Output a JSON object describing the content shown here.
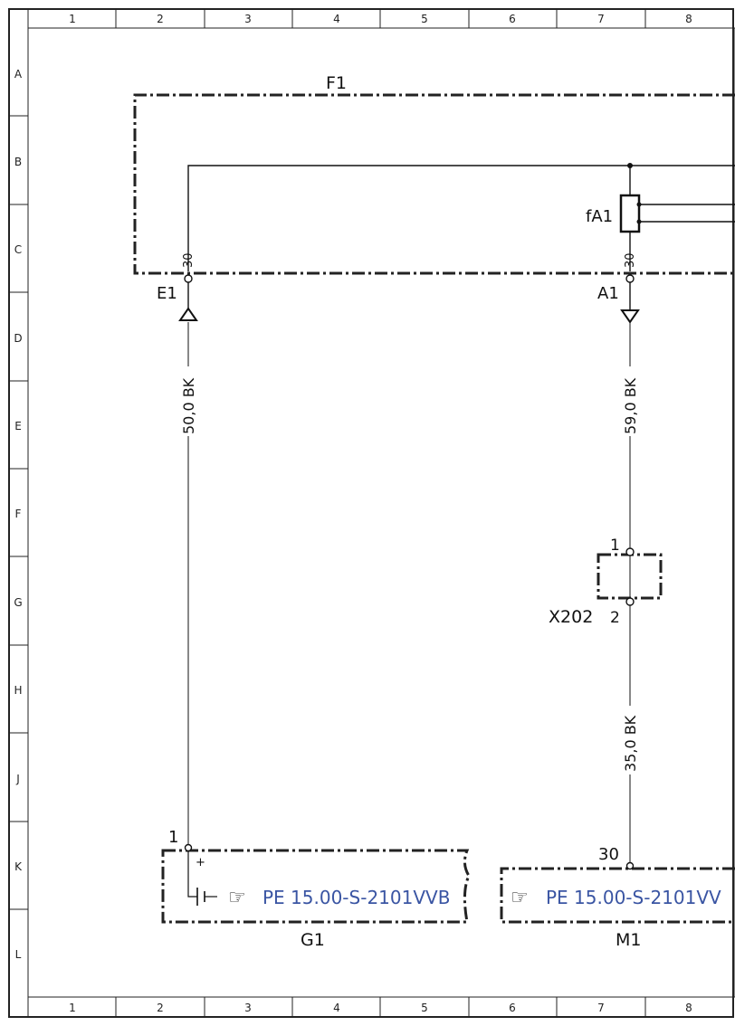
{
  "grid": {
    "columns": [
      "1",
      "2",
      "3",
      "4",
      "5",
      "6",
      "7",
      "8"
    ],
    "rows": [
      "A",
      "B",
      "C",
      "D",
      "E",
      "F",
      "G",
      "H",
      "J",
      "K",
      "L"
    ]
  },
  "components": {
    "F1": {
      "label": "F1",
      "fuse_label": "fA1",
      "pin_left": "30",
      "pin_right": "30",
      "terminal_left": "E1",
      "terminal_right": "A1"
    },
    "X202": {
      "label": "X202",
      "pin_top": "1",
      "pin_bottom": "2"
    },
    "G1": {
      "label": "G1",
      "pin": "1",
      "polarity": "+",
      "reference": "PE 15.00-S-2101VVB"
    },
    "M1": {
      "label": "M1",
      "pin": "30",
      "reference": "PE 15.00-S-2101VV"
    }
  },
  "wires": {
    "left": "50,0 BK",
    "right_upper": "59,0 BK",
    "right_lower": "35,0 BK"
  },
  "colors": {
    "line": "#111111",
    "reference": "#3a55a3"
  },
  "icons": {
    "reference": "pointing-hand-icon"
  }
}
